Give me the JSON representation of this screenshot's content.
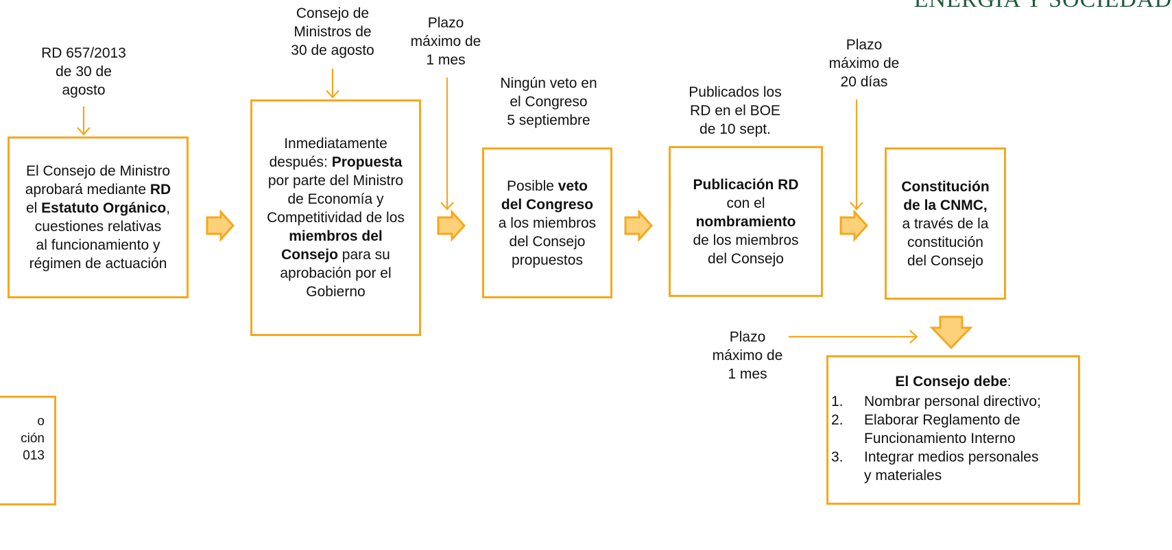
{
  "header": {
    "title": "ENERGÍA Y SOCIEDAD"
  },
  "step1": {
    "label": [
      "RD 657/2013",
      "de 30 de",
      "agosto"
    ],
    "box_lines": [
      [
        {
          "t": "El Consejo de Ministro"
        }
      ],
      [
        {
          "t": "aprobará mediante "
        },
        {
          "t": "RD",
          "b": true
        }
      ],
      [
        {
          "t": "el "
        },
        {
          "t": "Estatuto Orgánico",
          "b": true
        },
        {
          "t": ","
        }
      ],
      [
        {
          "t": "cuestiones relativas"
        }
      ],
      [
        {
          "t": "al funcionamiento y"
        }
      ],
      [
        {
          "t": "régimen de actuación"
        }
      ]
    ]
  },
  "step2": {
    "label": [
      "Consejo de",
      "Ministros de",
      "30 de agosto"
    ],
    "box_lines": [
      [
        {
          "t": "Inmediatamente"
        }
      ],
      [
        {
          "t": "después: "
        },
        {
          "t": "Propuesta",
          "b": true
        }
      ],
      [
        {
          "t": "por parte del Ministro"
        }
      ],
      [
        {
          "t": "de Economía y"
        }
      ],
      [
        {
          "t": "Competitividad de los"
        }
      ],
      [
        {
          "t": "miembros del",
          "b": true
        }
      ],
      [
        {
          "t": "Consejo",
          "b": true
        },
        {
          "t": " para su"
        }
      ],
      [
        {
          "t": "aprobación por el"
        }
      ],
      [
        {
          "t": "Gobierno"
        }
      ]
    ]
  },
  "deadline1": {
    "label": [
      "Plazo",
      "máximo de",
      "1 mes"
    ]
  },
  "step3": {
    "label": [
      "Ningún veto en",
      "el Congreso",
      "5 septiembre"
    ],
    "box_lines": [
      [
        {
          "t": "Posible "
        },
        {
          "t": "veto",
          "b": true
        }
      ],
      [
        {
          "t": "del Congreso",
          "b": true
        }
      ],
      [
        {
          "t": "a los miembros"
        }
      ],
      [
        {
          "t": "del Consejo"
        }
      ],
      [
        {
          "t": "propuestos"
        }
      ]
    ]
  },
  "step4": {
    "label": [
      "Publicados los",
      "RD en el BOE",
      "de 10 sept."
    ],
    "box_lines": [
      [
        {
          "t": "Publicación RD",
          "b": true
        }
      ],
      [
        {
          "t": "con el"
        }
      ],
      [
        {
          "t": "nombramiento",
          "b": true
        }
      ],
      [
        {
          "t": "de los miembros"
        }
      ],
      [
        {
          "t": "del Consejo"
        }
      ]
    ]
  },
  "deadline2": {
    "label": [
      "Plazo",
      "máximo de",
      "20 días"
    ]
  },
  "step5": {
    "box_lines": [
      [
        {
          "t": "Constitución",
          "b": true
        }
      ],
      [
        {
          "t": "de la CNMC,",
          "b": true
        }
      ],
      [
        {
          "t": "a través de la"
        }
      ],
      [
        {
          "t": "constitución"
        }
      ],
      [
        {
          "t": "del Consejo"
        }
      ]
    ]
  },
  "deadline3": {
    "label": [
      "Plazo",
      "máximo de",
      "1 mes"
    ]
  },
  "tasks": {
    "heading_bold": "El Consejo debe",
    "heading_tail": ":",
    "items": [
      {
        "num": "1.",
        "lines": [
          "Nombrar personal directivo;"
        ]
      },
      {
        "num": "2.",
        "lines": [
          "Elaborar Reglamento de",
          "Funcionamiento Interno"
        ]
      },
      {
        "num": "3.",
        "lines": [
          "Integrar medios personales",
          "y materiales"
        ]
      }
    ]
  },
  "left_partial": {
    "lines": [
      "o",
      "ción",
      "",
      "013"
    ]
  },
  "colors": {
    "accent": "#F5A81C",
    "arrow_fill": "#FCD17A",
    "header": "#1F5A3A"
  }
}
